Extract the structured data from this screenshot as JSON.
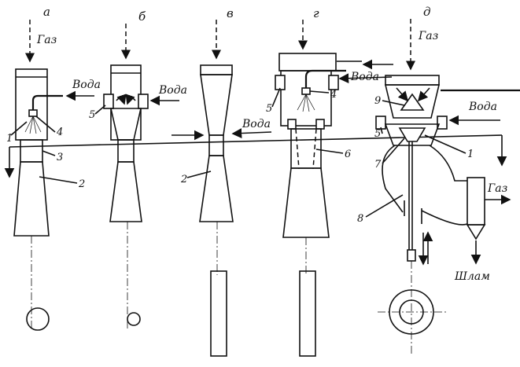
{
  "variants": [
    {
      "letter": "а",
      "gas_label": "Газ",
      "water_label": "Вода",
      "parts": [
        "1",
        "4",
        "3",
        "2"
      ]
    },
    {
      "letter": "б",
      "water_label": "Вода",
      "parts": [
        "5"
      ]
    },
    {
      "letter": "в",
      "water_label": "Вода",
      "parts": [
        "2"
      ]
    },
    {
      "letter": "г",
      "water_label": "Вода",
      "parts": [
        "5",
        "4",
        "6"
      ]
    },
    {
      "letter": "д",
      "gas_label": "Газ",
      "water_label": "Вода",
      "gas_out_label": "Газ",
      "sludge_label": "Шлам",
      "parts": [
        "9",
        "5",
        "1",
        "7",
        "8"
      ]
    }
  ]
}
